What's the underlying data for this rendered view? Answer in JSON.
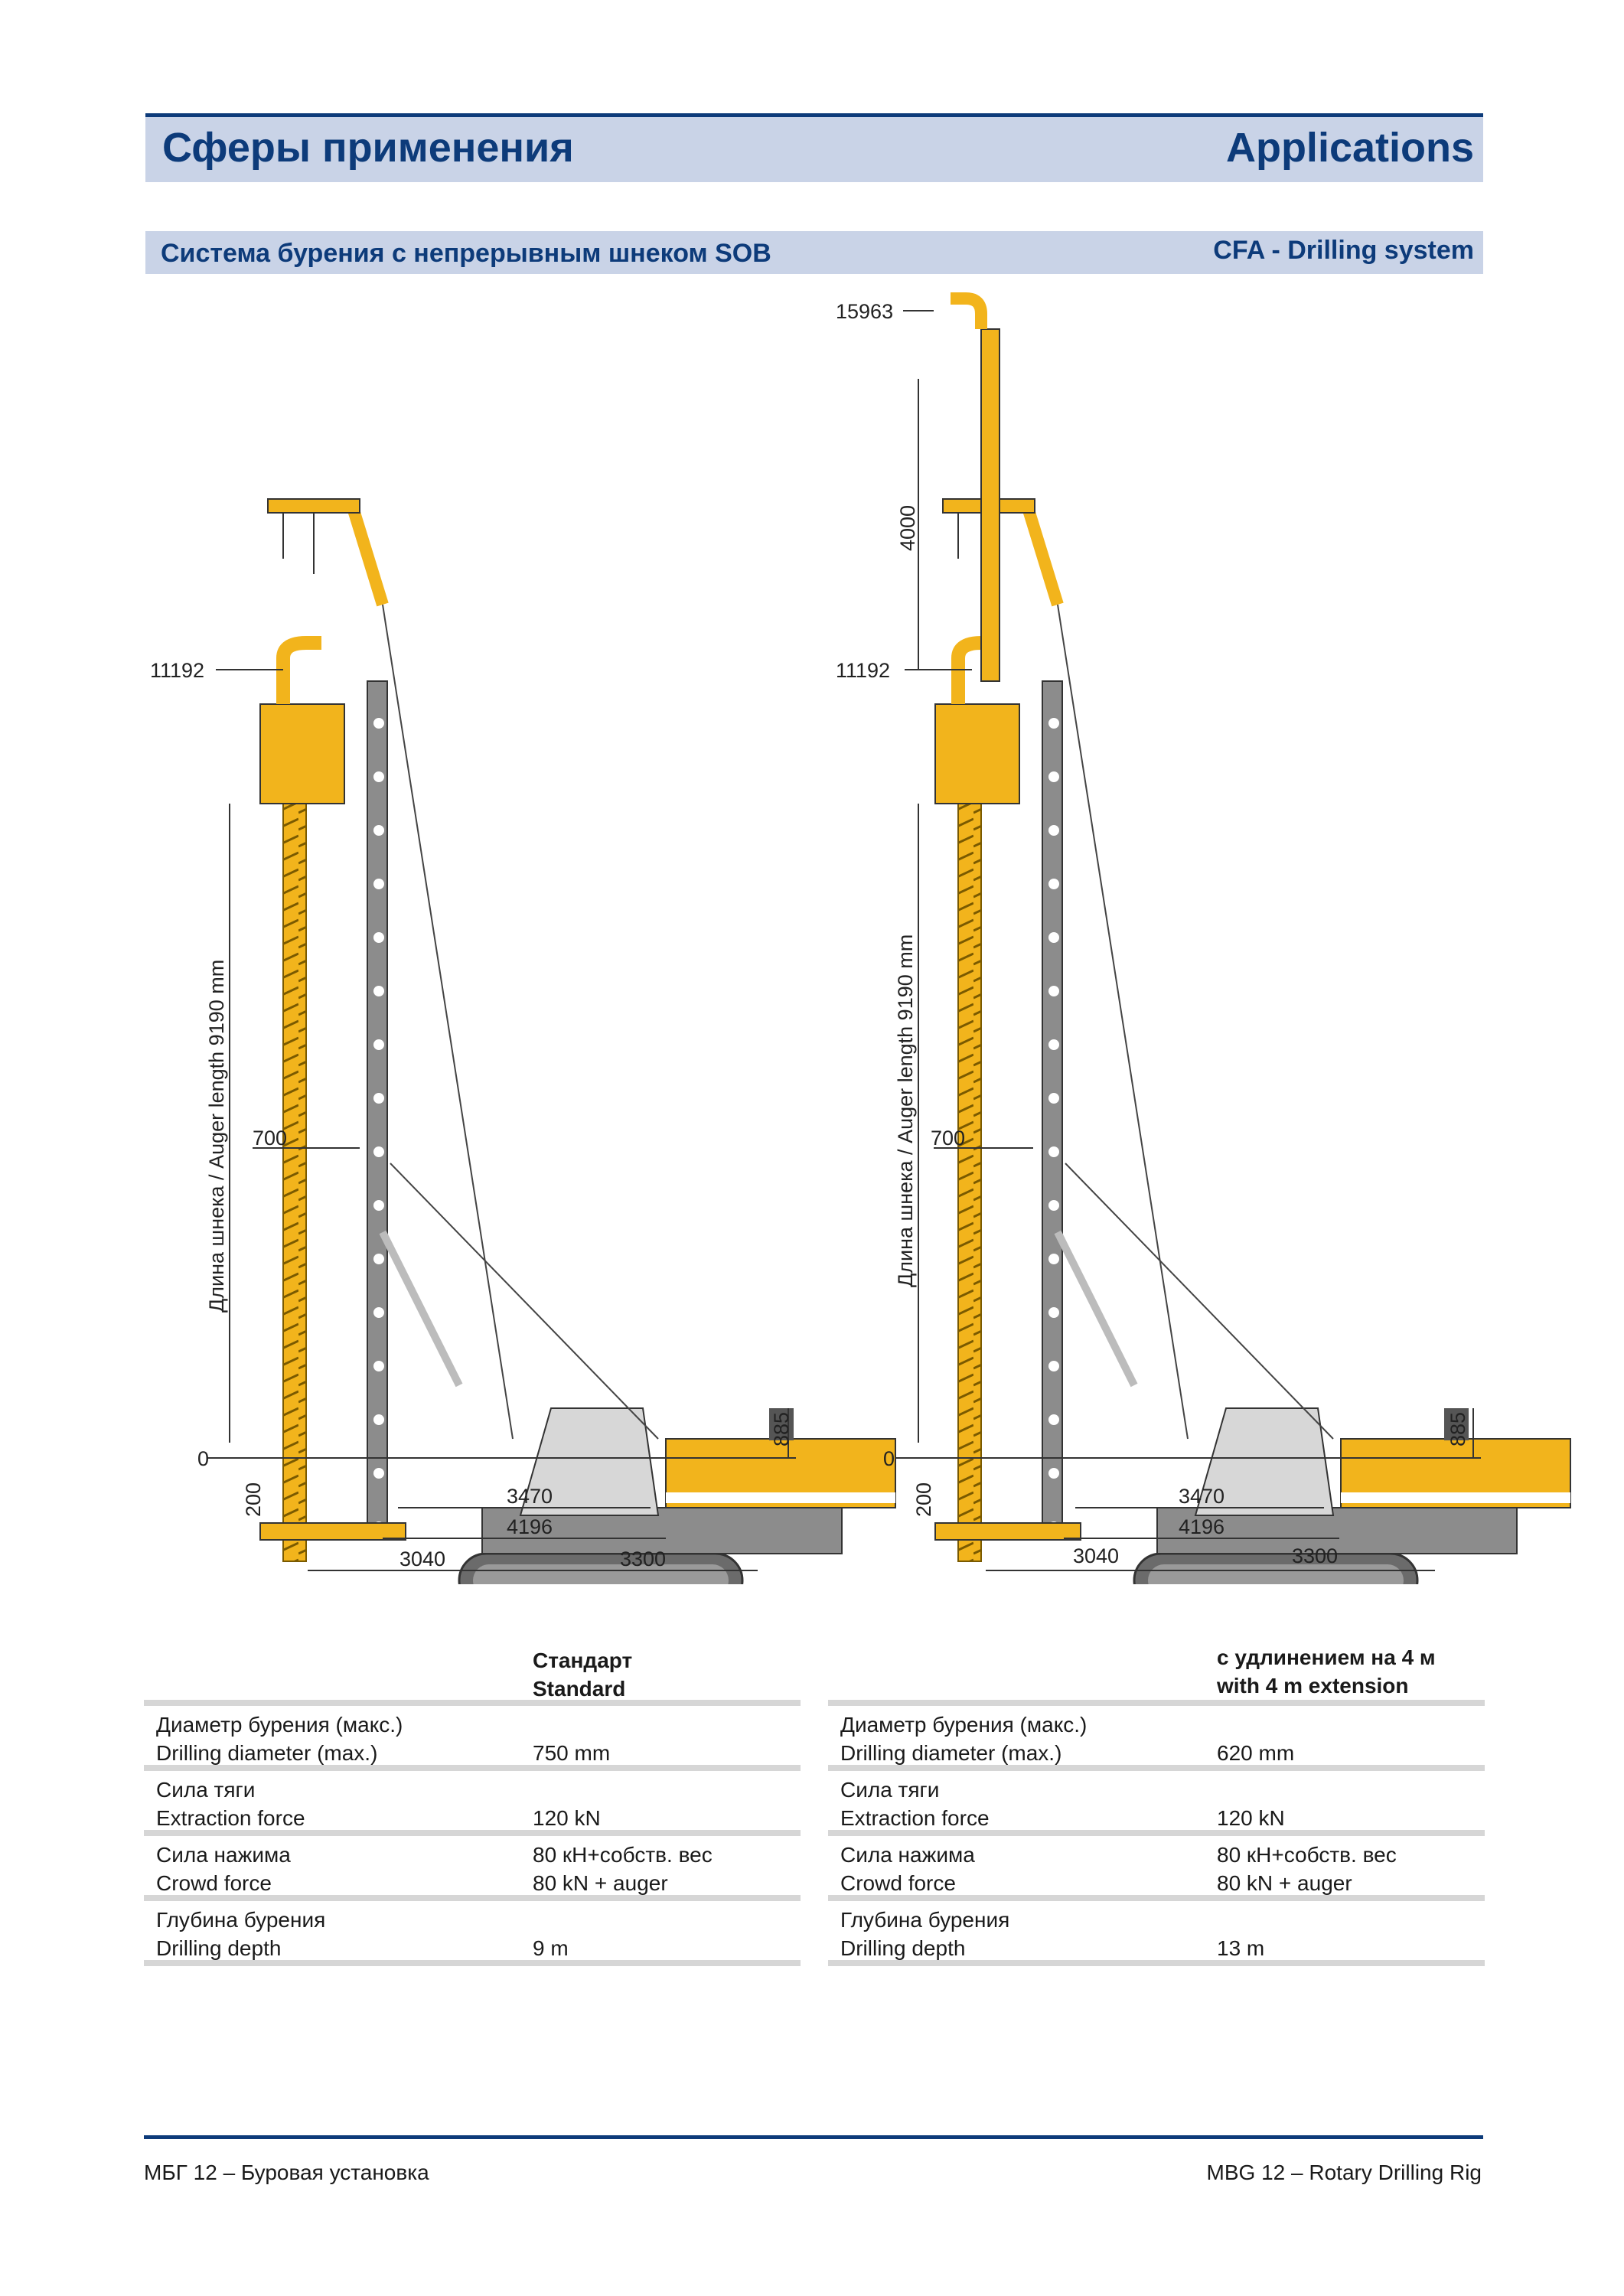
{
  "header": {
    "title_ru": "Сферы применения",
    "title_en": "Applications"
  },
  "section": {
    "title_ru": "Система бурения с непрерывным шнеком SOB",
    "title_en": "CFA - Drilling system"
  },
  "drawings": {
    "left": {
      "heights": [
        "11192",
        "700",
        "0"
      ],
      "auger_label": "Длина шнека / Auger length 9190 mm",
      "dims": [
        "200",
        "885",
        "3470",
        "4196",
        "3040",
        "3300"
      ]
    },
    "right": {
      "heights": [
        "15963",
        "4000",
        "11192",
        "700",
        "0"
      ],
      "auger_label": "Длина шнека / Auger length 9190 mm",
      "dims": [
        "200",
        "885",
        "3470",
        "4196",
        "3040",
        "3300"
      ]
    }
  },
  "specs": {
    "left": {
      "header_ru": "Стандарт",
      "header_en": "Standard",
      "rows": [
        {
          "label_ru": "Диаметр бурения (макс.)",
          "label_en": "Drilling diameter (max.)",
          "value_ru": "",
          "value_en": "750 mm"
        },
        {
          "label_ru": "Сила тяги",
          "label_en": "Extraction force",
          "value_ru": "",
          "value_en": "120 kN"
        },
        {
          "label_ru": "Сила нажима",
          "label_en": "Crowd force",
          "value_ru": "80 кН+собств. вес",
          "value_en": "80 kN + auger"
        },
        {
          "label_ru": "Глубина бурения",
          "label_en": "Drilling depth",
          "value_ru": "",
          "value_en": "9 m"
        }
      ]
    },
    "right": {
      "header_ru": "с удлинением на 4 м",
      "header_en": "with 4 m extension",
      "rows": [
        {
          "label_ru": "Диаметр бурения (макс.)",
          "label_en": "Drilling diameter (max.)",
          "value_ru": "",
          "value_en": "620 mm"
        },
        {
          "label_ru": "Сила тяги",
          "label_en": "Extraction force",
          "value_ru": "",
          "value_en": "120 kN"
        },
        {
          "label_ru": "Сила нажима",
          "label_en": "Crowd force",
          "value_ru": "80 кН+собств. вес",
          "value_en": "80 kN + auger"
        },
        {
          "label_ru": "Глубина бурения",
          "label_en": "Drilling depth",
          "value_ru": "",
          "value_en": "13 m"
        }
      ]
    }
  },
  "footer": {
    "left": "МБГ 12 – Буровая установка",
    "right": "MBG 12 – Rotary Drilling Rig"
  },
  "colors": {
    "brand_blue": "#0d3b7a",
    "band": "#c9d3e7",
    "rig_yellow": "#f2b41c",
    "rig_grey": "#8c8c8c"
  }
}
